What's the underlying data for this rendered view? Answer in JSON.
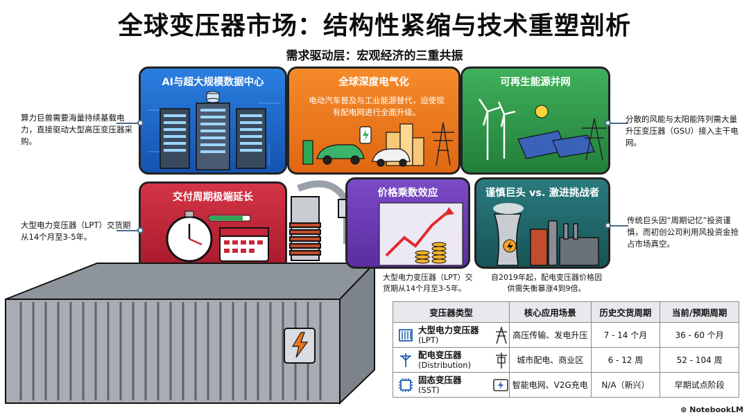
{
  "title": "全球变压器市场：结构性紧缩与技术重塑剖析",
  "subtitle": "需求驱动层：宏观经济的三重共振",
  "panels": {
    "ai": {
      "title": "AI与超大规模数据中心",
      "color": "#1f6fd0"
    },
    "elec": {
      "title": "全球深度电气化",
      "body": "电动汽车普及与工业能源替代，迫使现有配电网进行全面升级。",
      "color": "#ee7a1c"
    },
    "renew": {
      "title": "可再生能源并网",
      "color": "#2f9d45"
    },
    "lead": {
      "title": "交付周期极端延长",
      "color": "#c8283a"
    },
    "price": {
      "title": "价格乘数效应",
      "color": "#6c3fb4"
    },
    "giants": {
      "title": "谨慎巨头 vs. 激进挑战者",
      "color": "#1e6a6e"
    }
  },
  "notes": {
    "ai": "算力巨兽需要海量持续基载电力，直接驱动大型高压变压器采购。",
    "renew": "分散的风能与太阳能阵列需大量升压变压器（GSU）接入主干电网。",
    "lead": "大型电力变压器（LPT）交货期从14个月至3-5年。",
    "giants": "传统巨头因“周期记忆”投资谨慎，而初创公司利用风投资金抢占市场真空。",
    "price_caption": "大型电力变压器（LPT）交货期从14个月至3-5年。",
    "giants_caption": "自2019年起，配电变压器价格因供需失衡暴涨4到9倍。"
  },
  "icons": {
    "bolt": "lightning-bolt-icon"
  },
  "table": {
    "headers": [
      "变压器类型",
      "核心应用场景",
      "历史交货周期",
      "当前/预期周期"
    ],
    "rows": [
      {
        "name": "大型电力变压器",
        "sub": "(LPT)",
        "scene": "高压传输、发电升压",
        "hist": "7 - 14 个月",
        "curr": "36 - 60 个月"
      },
      {
        "name": "配电变压器",
        "sub": "(Distribution)",
        "scene": "城市配电、商业区",
        "hist": "6 - 12 周",
        "curr": "52 - 104 周"
      },
      {
        "name": "固态变压器",
        "sub": "(SST)",
        "scene": "智能电网、V2G充电",
        "hist": "N/A（新兴）",
        "curr": "早期试点阶段"
      }
    ]
  },
  "watermark": "NotebookLM"
}
